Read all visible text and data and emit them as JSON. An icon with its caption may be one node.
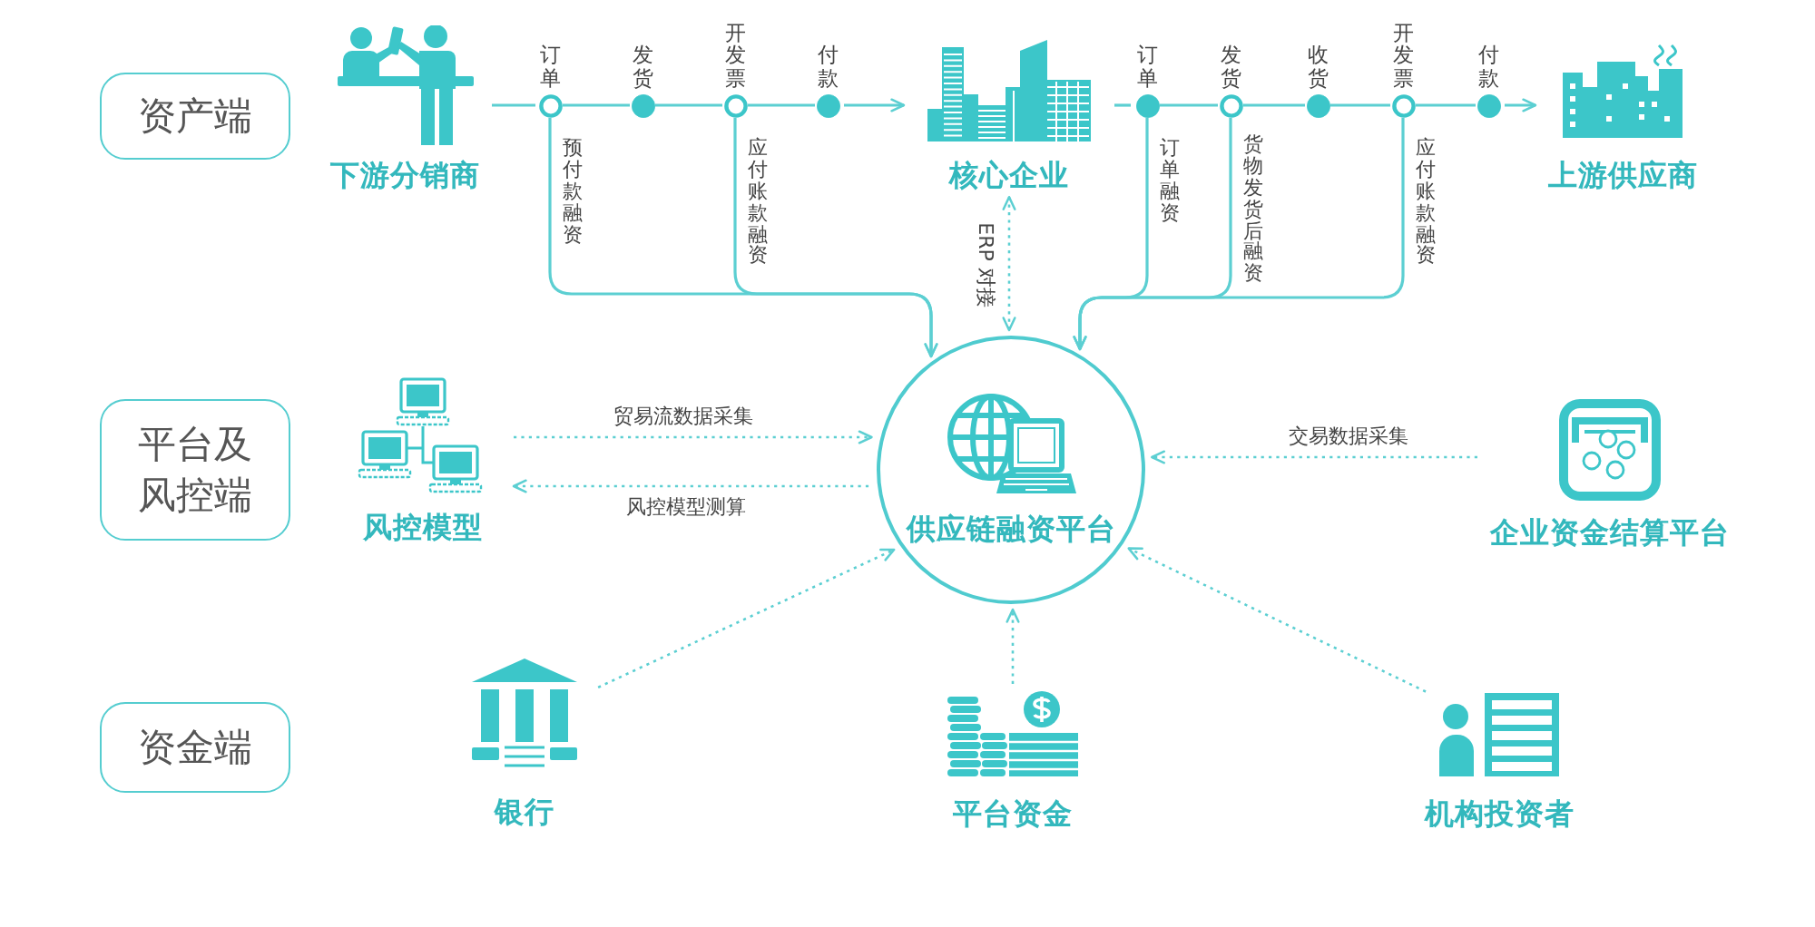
{
  "diagram": {
    "nodes": [
      {
        "text": [
          "资产端"
        ]
      },
      {
        "text": [
          "下游分销商"
        ]
      },
      {
        "text": [
          "订单"
        ]
      },
      {
        "text": [
          "发货"
        ]
      },
      {
        "text": [
          "开发票"
        ]
      },
      {
        "text": [
          "付款"
        ]
      },
      {
        "text": [
          "核心企业"
        ]
      },
      {
        "text": [
          "订单"
        ]
      },
      {
        "text": [
          "发货"
        ]
      },
      {
        "text": [
          "收货"
        ]
      },
      {
        "text": [
          "开发票"
        ]
      },
      {
        "text": [
          "付款"
        ]
      },
      {
        "text": [
          "上游供应商"
        ]
      },
      {
        "text": [
          "平台及风控端"
        ]
      },
      {
        "text": [
          "风控模型"
        ]
      },
      {
        "text": [
          "供应链融资平台"
        ]
      },
      {
        "text": [
          "企业资金结算平台"
        ]
      },
      {
        "text": [
          "资金端"
        ]
      },
      {
        "text": [
          "银行"
        ]
      },
      {
        "text": [
          "平台资金"
        ]
      },
      {
        "text": [
          "机构投资者"
        ]
      }
    ],
    "edges": [
      {
        "from": 1,
        "to": 2,
        "arrow": "none"
      },
      {
        "from": 2,
        "to": 3,
        "arrow": "none"
      },
      {
        "from": 3,
        "to": 4,
        "arrow": "none"
      },
      {
        "from": 4,
        "to": 5,
        "arrow": "none"
      },
      {
        "from": 5,
        "to": 6,
        "arrow": "to"
      },
      {
        "from": 6,
        "to": 7,
        "arrow": "none"
      },
      {
        "from": 7,
        "to": 8,
        "arrow": "none"
      },
      {
        "from": 8,
        "to": 9,
        "arrow": "none"
      },
      {
        "from": 9,
        "to": 10,
        "arrow": "none"
      },
      {
        "from": 10,
        "to": 11,
        "arrow": "none"
      },
      {
        "from": 11,
        "to": 12,
        "arrow": "to"
      },
      {
        "from": 2,
        "to": 15,
        "arrow": "to",
        "label": "预付款融资"
      },
      {
        "from": 4,
        "to": 15,
        "arrow": "to",
        "label": "应付账款融资"
      },
      {
        "from": 7,
        "to": 15,
        "arrow": "to",
        "label": "订单融资"
      },
      {
        "from": 8,
        "to": 15,
        "arrow": "to",
        "label": "货物发货后融资"
      },
      {
        "from": 10,
        "to": 15,
        "arrow": "to",
        "label": "应付账款融资"
      },
      {
        "from": 6,
        "to": 15,
        "arrow": "both",
        "style": "dashed",
        "label": "ERP 对接"
      },
      {
        "from": 14,
        "to": 15,
        "arrow": "to",
        "style": "dashed",
        "label": "贸易流数据采集"
      },
      {
        "from": 15,
        "to": 14,
        "arrow": "to",
        "style": "dashed",
        "label": "风控模型测算"
      },
      {
        "from": 16,
        "to": 15,
        "arrow": "to",
        "style": "dashed",
        "label": "交易数据采集"
      },
      {
        "from": 18,
        "to": 15,
        "arrow": "to",
        "style": "dashed"
      },
      {
        "from": 19,
        "to": 15,
        "arrow": "to",
        "style": "dashed"
      },
      {
        "from": 20,
        "to": 15,
        "arrow": "to",
        "style": "dashed"
      }
    ]
  }
}
